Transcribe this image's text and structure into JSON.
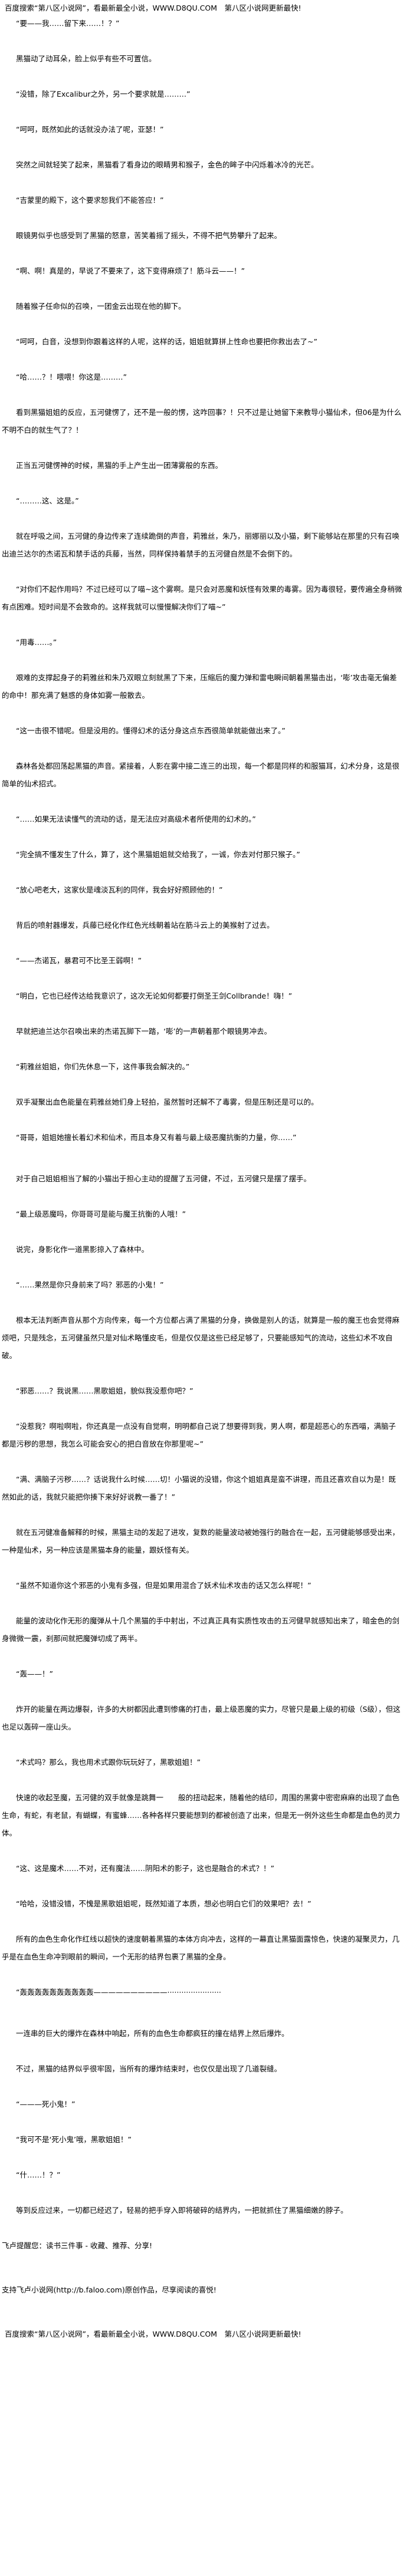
{
  "header_banner": "百度搜索“第八区小说网”，看最新最全小说，WWW.D8QU.COM　第八区小说网更新最快!",
  "paragraphs": [
    "“要——我……留下来……！？”",
    "黑猫动了动耳朵，脸上似乎有些不可置信。",
    "“没错，除了Excalibur之外，另一个要求就是………”",
    "“呵呵，既然如此的话就没办法了呢，亚瑟！”",
    "突然之间就轻笑了起来，黑猫看了看身边的眼睛男和猴子，金色的眸子中闪烁着冰冷的光芒。",
    "“吉蒙里的殿下，这个要求恕我们不能答应！”",
    "眼镜男似乎也感受到了黑猫的怒意，苦笑着摇了摇头，不得不把气势攀升了起来。",
    "“啊、啊！真是的，早说了不要来了，这下变得麻烦了！筋斗云——！”",
    "随着猴子任命似的召唤，一团金云出现在他的脚下。",
    "“呵呵，白音，没想到你跟着这样的人呢，这样的话，姐姐就算拼上性命也要把你救出去了~”",
    "“哈……？！喂喂！你这是………”",
    "看到黑猫姐姐的反应，五河健愣了，还不是一般的愣，这咋回事？！只不过是让她留下来教导小猫仙术，但06是为什么不明不白的就生气了？！",
    "正当五河健愣神的时候，黑猫的手上产生出一团薄雾般的东西。",
    "“………这、这是。”",
    "就在呼吸之间，五河健的身边传来了连续跪倒的声音，莉雅丝，朱乃，丽娜丽以及小猫，剩下能够站在那里的只有召唤出迪兰达尔的杰诺瓦和禁手话的兵藤，当然，同样保持着禁手的五河健自然是不会倒下的。",
    "“对你们不起作用吗？不过已经可以了喵~这个雾啊。是只会对恶魔和妖怪有效果的毒雾。因为毒很轻，要传遍全身稍微有点困难。短时间是不会致命的。这样我就可以慢慢解决你们了喵~”",
    "“用毒……。”",
    "艰难的支撑起身子的莉雅丝和朱乃双眼立刻就黑了下来，压缩后的魔力弹和雷电瞬间朝着黑猫击出，‘嘭’攻击毫无偏差的命中！那充满了魅惑的身体如雾一般散去。",
    "“这一击很不错呢。但是没用的。懂得幻术的话分身这点东西很简单就能做出来了。”",
    "森林各处都回荡起黑猫的声音。紧接着，人影在雾中接二连三的出现，每一个都是同样的和服猫耳，幻术分身，这是很简单的仙术招式。",
    "“……如果无法读懂气的流动的话，是无法应对高级术者所使用的幻术的。”",
    "“完全搞不懂发生了什么，算了，这个黑猫姐姐就交给我了，一诚，你去对付那只猴子。”",
    "“放心吧老大，这家伙是魂淡瓦利的同伴，我会好好照顾他的！”",
    "背后的喷射器爆发，兵藤已经化作红色光线朝着站在筋斗云上的美猴射了过去。",
    "“——杰诺瓦，暴君可不比圣王弱啊！”",
    "“明白，它也已经传达给我意识了，这次无论如何都要打倒圣王剑Collbrande！嗨！”",
    "早就把迪兰达尔召唤出来的杰诺瓦脚下一踏，‘嘭’的一声朝着那个眼镜男冲去。",
    "“莉雅丝姐姐，你们先休息一下，这件事我会解决的。”",
    "双手凝聚出血色能量在莉雅丝她们身上轻拍，虽然暂时还解不了毒雾，但是压制还是可以的。",
    "“哥哥，姐姐她擅长着幻术和仙术，而且本身又有着与最上级恶魔抗衡的力量，你……”",
    "对于自己姐姐相当了解的小猫出于担心主动的提醒了五河健，不过，五河健只是摆了摆手。",
    "“最上级恶魔吗，你哥哥可是能与魔王抗衡的人哦！”",
    "说完，身影化作一道黑影掠入了森林中。",
    "“……果然是你只身前来了吗？邪恶的小鬼！”",
    "根本无法判断声音从那个方向传来，每一个方位都占满了黑猫的分身，换做是别人的话，就算是一般的魔王也会觉得麻烦吧，只是残念，五河健虽然只是对仙术略懂皮毛，但是仅仅是这些已经足够了，只要能感知气的流动，这些幻术不攻自破。",
    "“邪恶……？我说黑……黑歌姐姐，貌似我没惹你吧？”",
    "“没惹我？啊啦啊啦，你还真是一点没有自觉啊，明明都自己说了想要得到我，男人啊，都是超恶心的东西喵，满脑子都是污秽的思想，我怎么可能会安心的把白音放在你那里呢~”",
    "“满、满脑子污秽……？话说我什么时候……切！小猫说的没错，你这个姐姐真是蛮不讲理，而且还喜欢自以为是！既然如此的话，我就只能把你揍下来好好说教一番了！”",
    "就在五河健准备解释的时候，黑猫主动的发起了进攻，复数的能量波动被她强行的融合在一起，五河健能够感受出来，一种是仙术，另一种应该是黑猫本身的能量，跟妖怪有关。",
    "“虽然不知道你这个邪恶的小鬼有多强，但是如果用混合了妖术仙术攻击的话又怎么样呢！”",
    "能量的波动化作无形的魔弹从十几个黑猫的手中射出，不过真正具有实质性攻击的五河健早就感知出来了，暗金色的剑身微微一震，刹那间就把魔弹切成了两半。",
    "“轰——！”",
    "炸开的能量在两边爆裂，许多的大树都因此遭到惨痛的打击，最上级恶魔的实力，尽管只是最上级的初级（S级），但这也足以轰碎一座山头。",
    "“术式吗？那么，我也用术式跟你玩玩好了，黑歌姐姐！”",
    "快速的收起圣魔，五河健的双手就像是跳舞一　　般的扭动起来，随着他的结印，周围的黑雾中密密麻麻的出现了血色生命，有蛇，有老鼠，有蝴蝶，有蜜蜂……各种各样只要能想到的都被创造了出来，但是无一例外这些生命都是血色的灵力体。",
    "“这、这是魔术……不对，还有魔法……阴阳术的影子，这也是融合的术式？！”",
    "“哈哈，没错没错，不愧是黑歌姐姐呢，既然知道了本质，想必也明白它们的效果吧？去！”",
    "所有的血色生命化作红线以超快的速度朝着黑猫的本体方向冲去，这样的一幕直让黑猫面露惊色，快速的凝聚灵力，几乎是在血色生命冲到眼前的瞬间，一个无形的结界包裹了黑猫的全身。",
    "“轰轰轰轰轰轰轰轰轰轰——————————·······················",
    "一连串的巨大的爆炸在森林中响起，所有的血色生命都疯狂的撞在结界上然后爆炸。",
    "不过，黑猫的结界似乎很牢固，当所有的爆炸结束时，也仅仅是出现了几道裂缝。",
    "“———死小鬼！”",
    "“我可不是‘死小鬼’哦，黑歌姐姐！”",
    "“什……！？”",
    "等到反应过来，一切都已经迟了，轻易的把手穿入即将破碎的结界内，一把就抓住了黑猫细嫩的脖子。"
  ],
  "footer": {
    "reminder": "飞卢提醒您：读书三件事 - 收藏、推荐、分享!",
    "support": "支持飞卢小说网(http://b.faloo.com)原创作品，尽享阅读的喜悦!",
    "banner": "百度搜索“第八区小说网”，看最新最全小说，WWW.D8QU.COM　第八区小说网更新最快!"
  }
}
